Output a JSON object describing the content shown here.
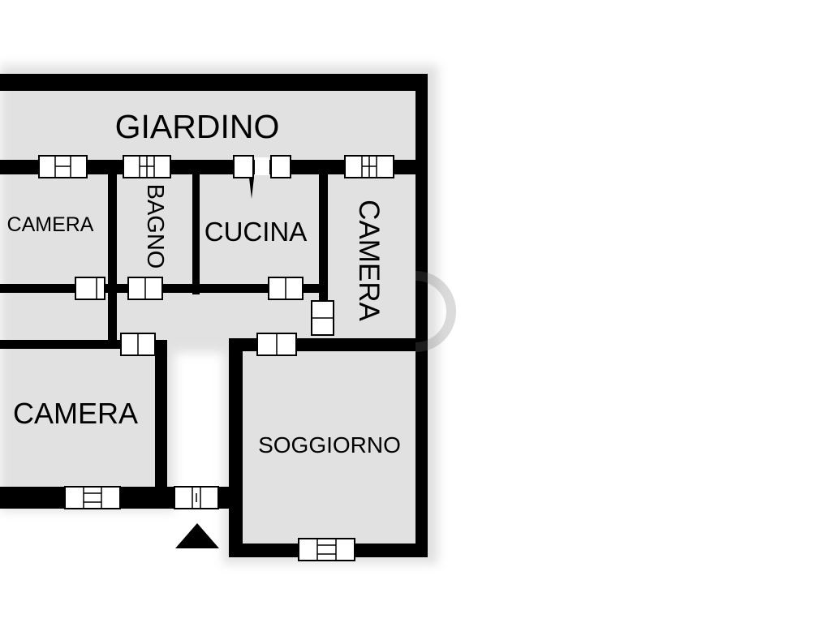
{
  "rooms": {
    "giardino": "GIARDINO",
    "camera_top_left": "CAMERA",
    "bagno": "BAGNO",
    "cucina": "CUCINA",
    "camera_right": "CAMERA",
    "camera_bottom_left": "CAMERA",
    "soggiorno": "SOGGIORNO"
  },
  "entrance_marker": "entrance-triangle-icon",
  "colors": {
    "walls": "#000000",
    "background": "#ffffff",
    "shadow": "#d9d9d9"
  }
}
